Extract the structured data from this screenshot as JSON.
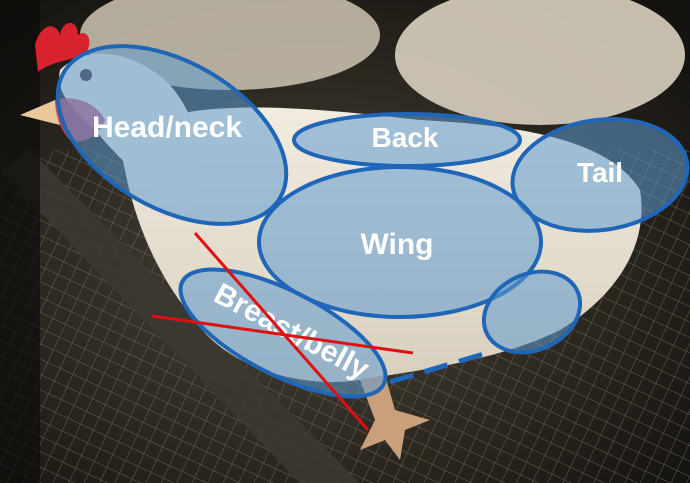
{
  "photo": {
    "regions": [
      {
        "id": "head-neck",
        "label": "Head/neck"
      },
      {
        "id": "back",
        "label": "Back"
      },
      {
        "id": "tail",
        "label": "Tail"
      },
      {
        "id": "wing",
        "label": "Wing"
      },
      {
        "id": "breast-belly",
        "label": "Breast/belly",
        "crossed_out": true
      },
      {
        "id": "thigh",
        "label": ""
      }
    ],
    "colors": {
      "outline": "#1f66b8",
      "fill": "#5f9bd0",
      "cross": "#e01010",
      "label": "#ffffff"
    }
  }
}
